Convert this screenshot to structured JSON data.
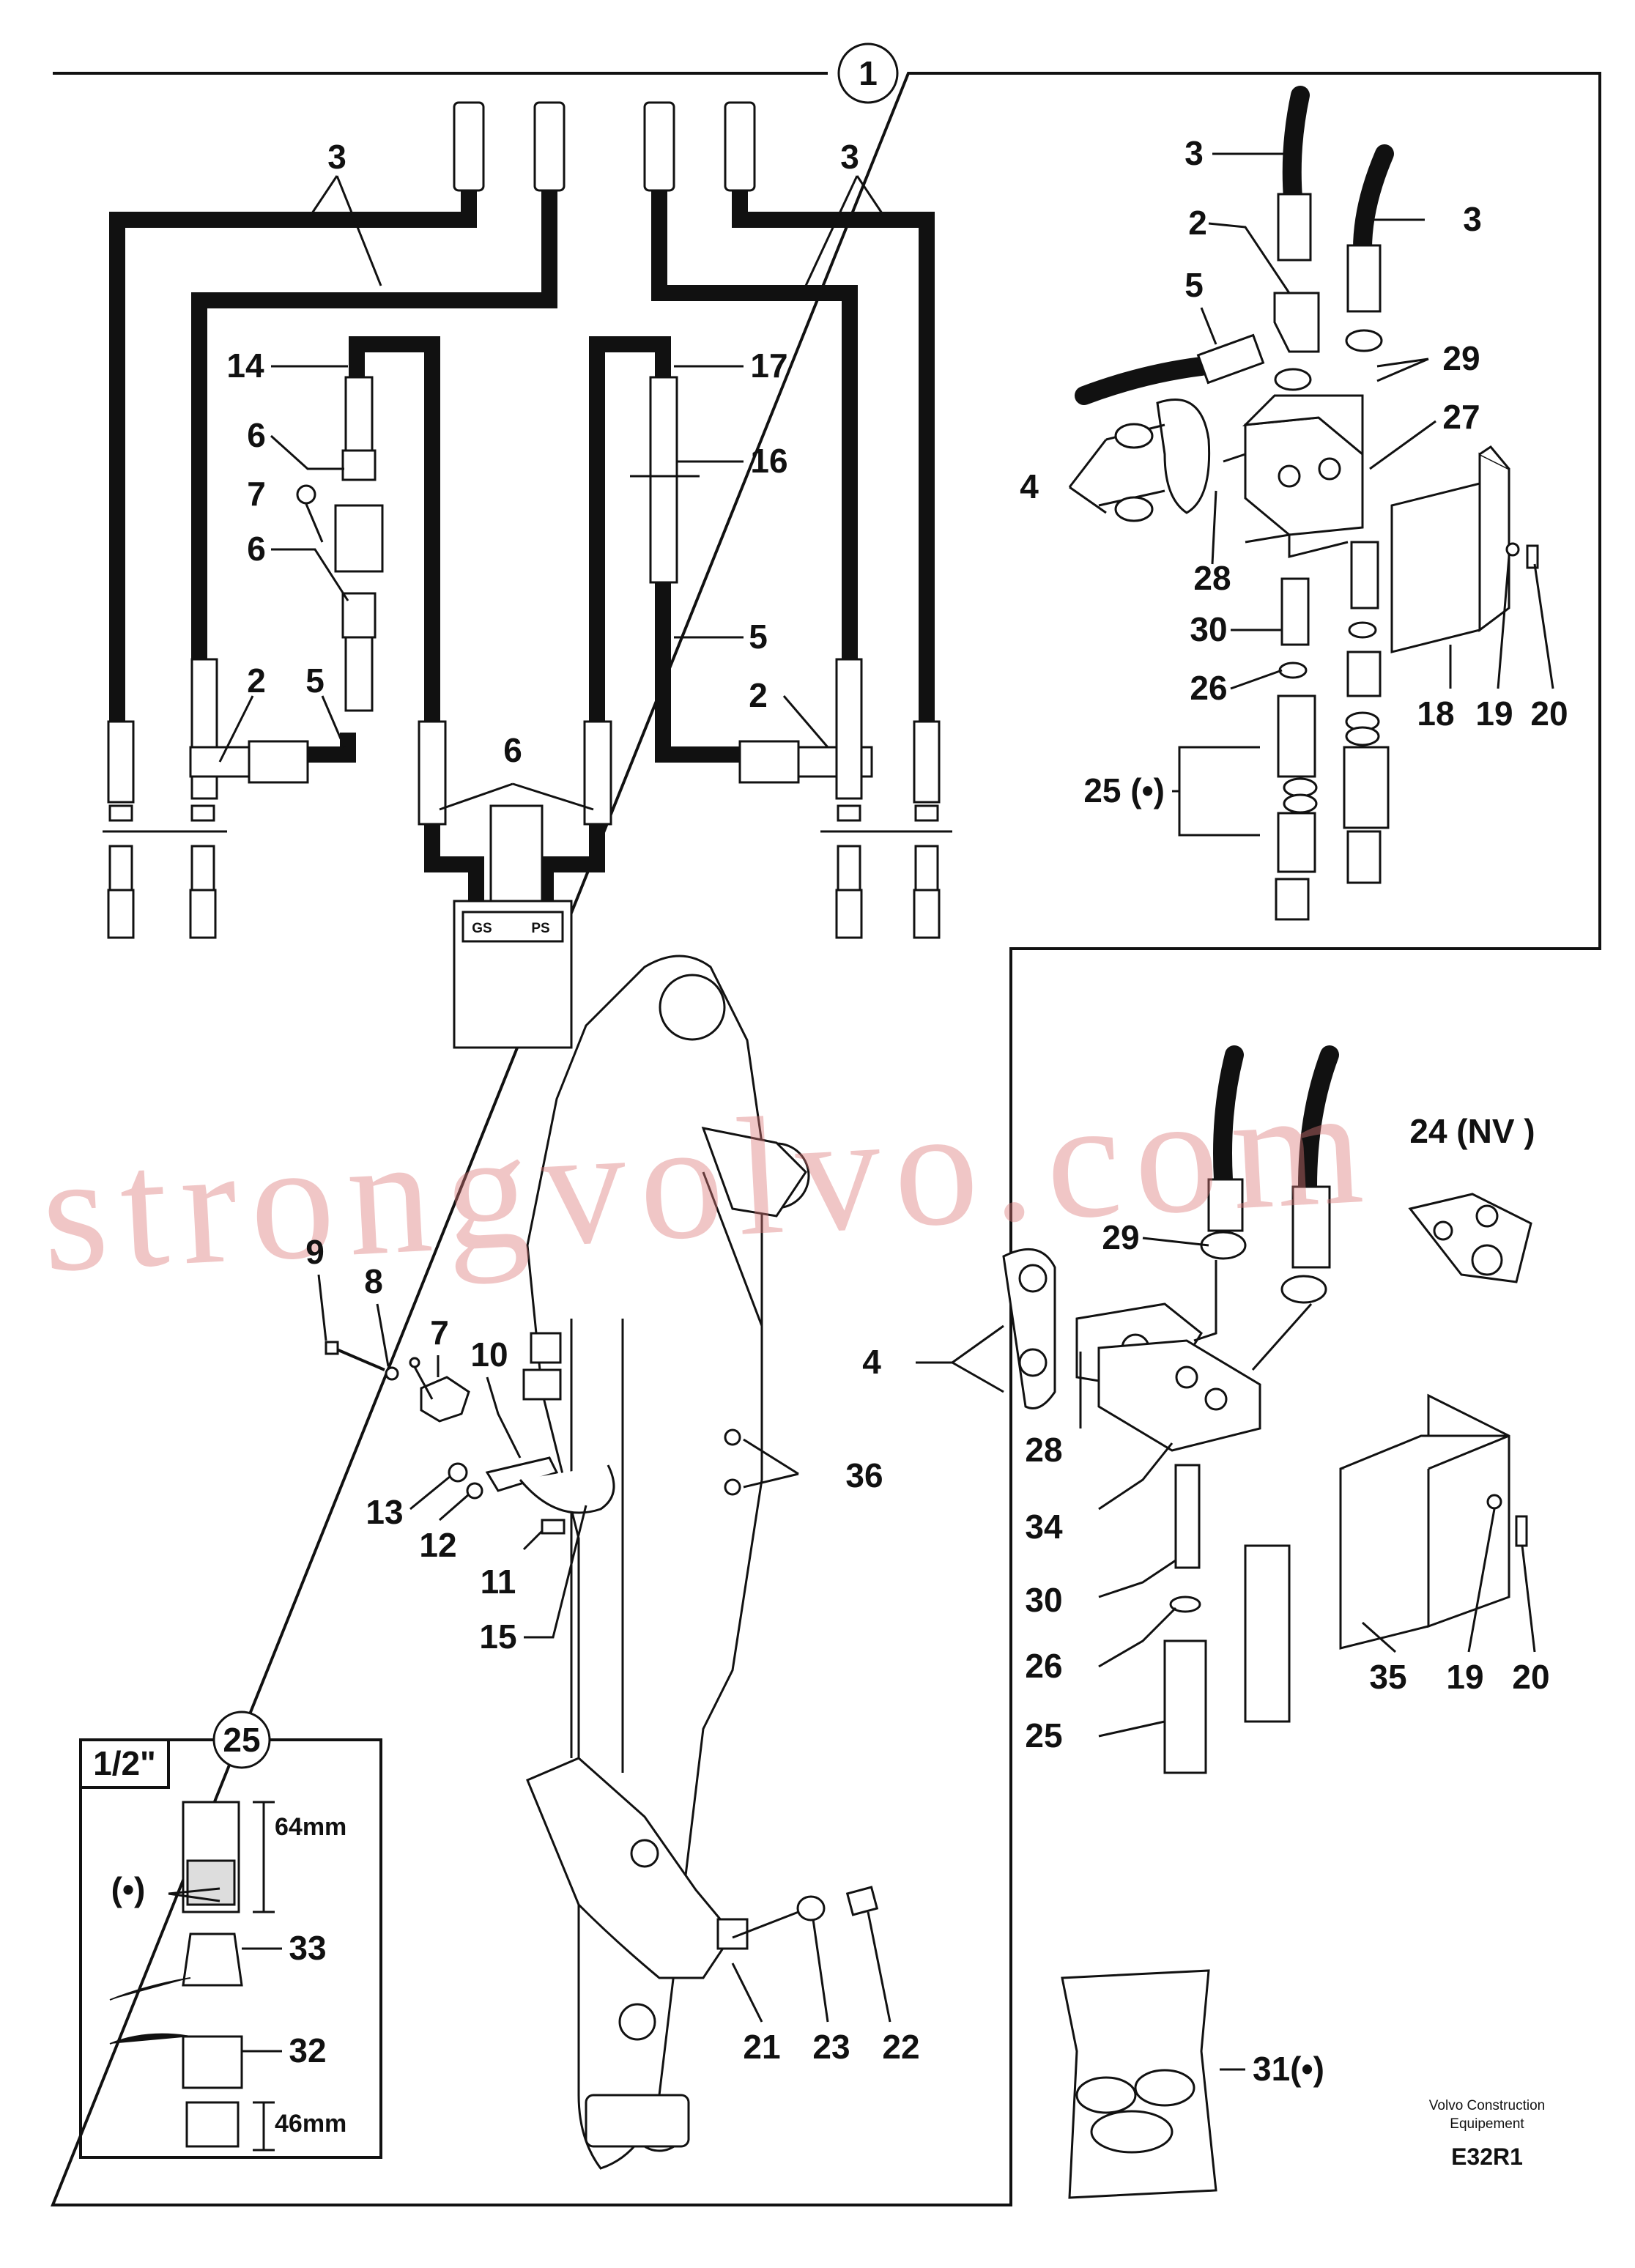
{
  "diagram": {
    "top_badge": "1",
    "inset_badge": "25",
    "inset_size_label": "1/2\"",
    "dim_top": "64mm",
    "dim_bottom": "46mm",
    "inset_dot_label": "(•)",
    "valve_ports": {
      "left": "GS",
      "right": "PS"
    },
    "nv_label": "24 (NV )",
    "footer": {
      "line1": "Volvo Construction",
      "line2": "Equipement",
      "code": "E32R1"
    },
    "watermark": "strongvolvo.com",
    "labels": {
      "l3a": "3",
      "l3b": "3",
      "l3c": "3",
      "l3d": "3",
      "l14": "14",
      "l6a": "6",
      "l7a": "7",
      "l6b": "6",
      "l2a": "2",
      "l5a": "5",
      "l6c": "6",
      "l17": "17",
      "l16": "16",
      "l5b": "5",
      "l2b": "2",
      "l2c": "2",
      "l5c": "5",
      "l29a": "29",
      "l27": "27",
      "l4a": "4",
      "l28a": "28",
      "l30a": "30",
      "l26a": "26",
      "l25a": "25 (•)",
      "l18": "18",
      "l19a": "19",
      "l20a": "20",
      "l9": "9",
      "l8": "8",
      "l7b": "7",
      "l10": "10",
      "l13": "13",
      "l12": "12",
      "l11": "11",
      "l15": "15",
      "l36": "36",
      "l29b": "29",
      "l4b": "4",
      "l28b": "28",
      "l34": "34",
      "l30b": "30",
      "l26b": "26",
      "l25b": "25",
      "l35": "35",
      "l19b": "19",
      "l20b": "20",
      "l33": "33",
      "l32": "32",
      "l21": "21",
      "l23": "23",
      "l22": "22",
      "l31": "31(•)"
    }
  }
}
